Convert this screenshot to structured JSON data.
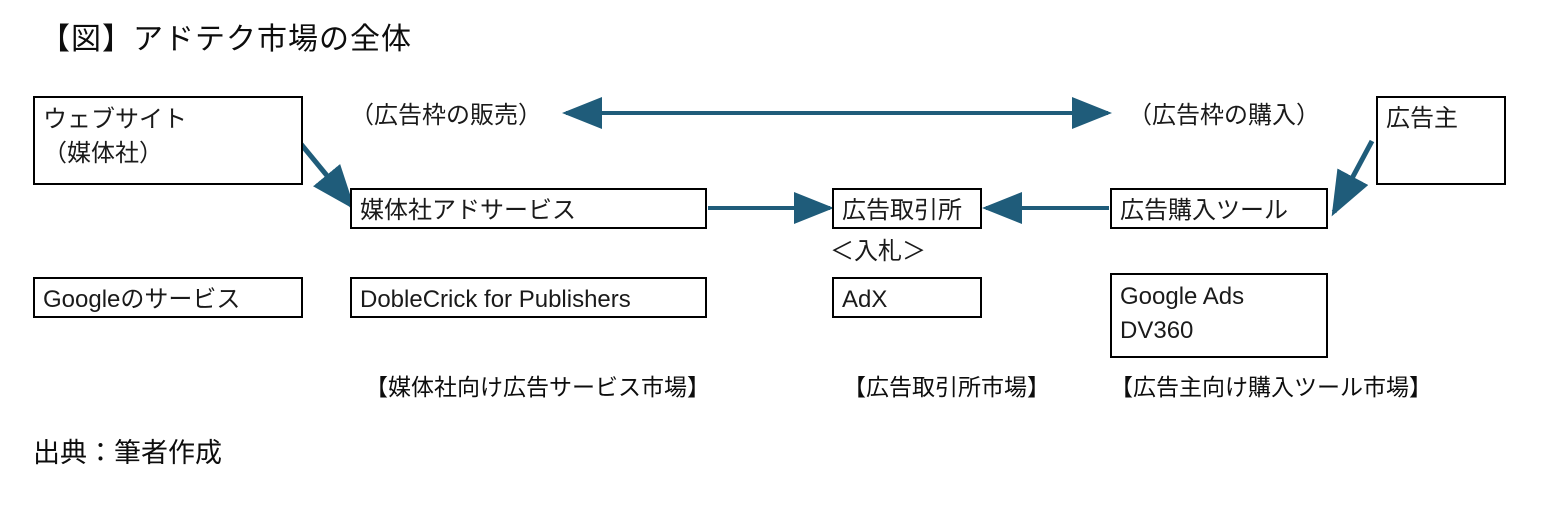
{
  "figure": {
    "title": "【図】アドテク市場の全体",
    "source": "出典：筆者作成",
    "accent_color": "#1F5C7A",
    "box_border_color": "#000000",
    "text_color": "#1a1a1a",
    "background": "#ffffff"
  },
  "boxes": {
    "website": {
      "line1": "ウェブサイト",
      "line2": "（媒体社）"
    },
    "publisher_ad_service": {
      "label": "媒体社アドサービス"
    },
    "ad_exchange": {
      "label": "広告取引所"
    },
    "ad_buying_tool": {
      "label": "広告購入ツール"
    },
    "advertiser": {
      "label": "広告主"
    },
    "google_services": {
      "label": "Googleのサービス"
    },
    "doublecrick": {
      "label": "DobleCrick for Publishers"
    },
    "adx": {
      "label": "AdX"
    },
    "google_ads": {
      "line1": "Google Ads",
      "line2": "DV360"
    }
  },
  "labels": {
    "sell_ad_space": "（広告枠の販売）",
    "buy_ad_space": "（広告枠の購入）",
    "bidding": "＜入札＞"
  },
  "market_labels": {
    "publisher_ad_service_market": "【媒体社向け広告サービス市場】",
    "ad_exchange_market": "【広告取引所市場】",
    "advertiser_buying_tool_market": "【広告主向け購入ツール市場】"
  },
  "arrows": [
    {
      "name": "sell-buy-double-arrow",
      "from": "ウェブサイト側",
      "to": "広告主側",
      "heads": "both"
    },
    {
      "name": "website-to-publisher-ad-service-arrow",
      "from": "ウェブサイト（媒体社）",
      "to": "媒体社アドサービス",
      "heads": "end"
    },
    {
      "name": "publisher-ad-service-to-ad-exchange-arrow",
      "from": "媒体社アドサービス",
      "to": "広告取引所",
      "heads": "end"
    },
    {
      "name": "ad-buying-tool-to-ad-exchange-arrow",
      "from": "広告購入ツール",
      "to": "広告取引所",
      "heads": "end"
    },
    {
      "name": "advertiser-to-ad-buying-tool-arrow",
      "from": "広告主",
      "to": "広告購入ツール",
      "heads": "end"
    }
  ]
}
